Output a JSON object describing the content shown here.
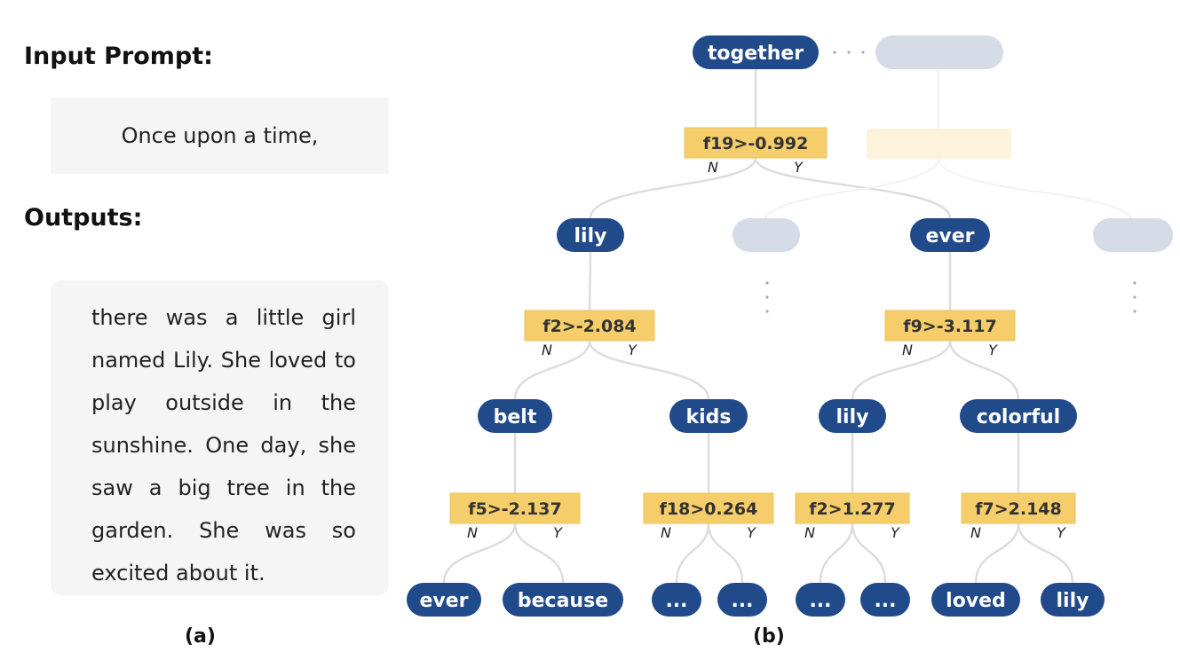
{
  "panel_a": {
    "prompt_heading": "Input Prompt:",
    "prompt_text": "Once upon a time,",
    "outputs_heading": "Outputs:",
    "output_text": "there was a little girl named Lily. She loved to play outside in the sunshine. One day, she saw a big tree in the garden. She was so excited about it.",
    "caption": "(a)"
  },
  "panel_b": {
    "caption": "(b)",
    "nodes": [
      {
        "id": "root",
        "label": "together"
      },
      {
        "id": "n1",
        "label": "lily"
      },
      {
        "id": "n2",
        "label": "ever"
      },
      {
        "id": "n3",
        "label": "belt"
      },
      {
        "id": "n4",
        "label": "kids"
      },
      {
        "id": "n5",
        "label": "lily"
      },
      {
        "id": "n6",
        "label": "colorful"
      },
      {
        "id": "l1",
        "label": "ever"
      },
      {
        "id": "l2",
        "label": "because"
      },
      {
        "id": "l3",
        "label": "..."
      },
      {
        "id": "l4",
        "label": "..."
      },
      {
        "id": "l5",
        "label": "..."
      },
      {
        "id": "l6",
        "label": "..."
      },
      {
        "id": "l7",
        "label": "loved"
      },
      {
        "id": "l8",
        "label": "lily"
      }
    ],
    "splits": [
      {
        "id": "s0",
        "label": "f19>-0.992"
      },
      {
        "id": "s1",
        "label": "f2>-2.084"
      },
      {
        "id": "s2",
        "label": "f9>-3.117"
      },
      {
        "id": "s3",
        "label": "f5>-2.137"
      },
      {
        "id": "s4",
        "label": "f18>0.264"
      },
      {
        "id": "s5",
        "label": "f2>1.277"
      },
      {
        "id": "s6",
        "label": "f7>2.148"
      }
    ],
    "branch_no": "N",
    "branch_yes": "Y",
    "colors": {
      "node": "#214a8a",
      "split": "#f5cd6b",
      "faded_node": "#d5dce8",
      "faded_split": "#fdf3dc",
      "edge": "#dddddd"
    }
  }
}
